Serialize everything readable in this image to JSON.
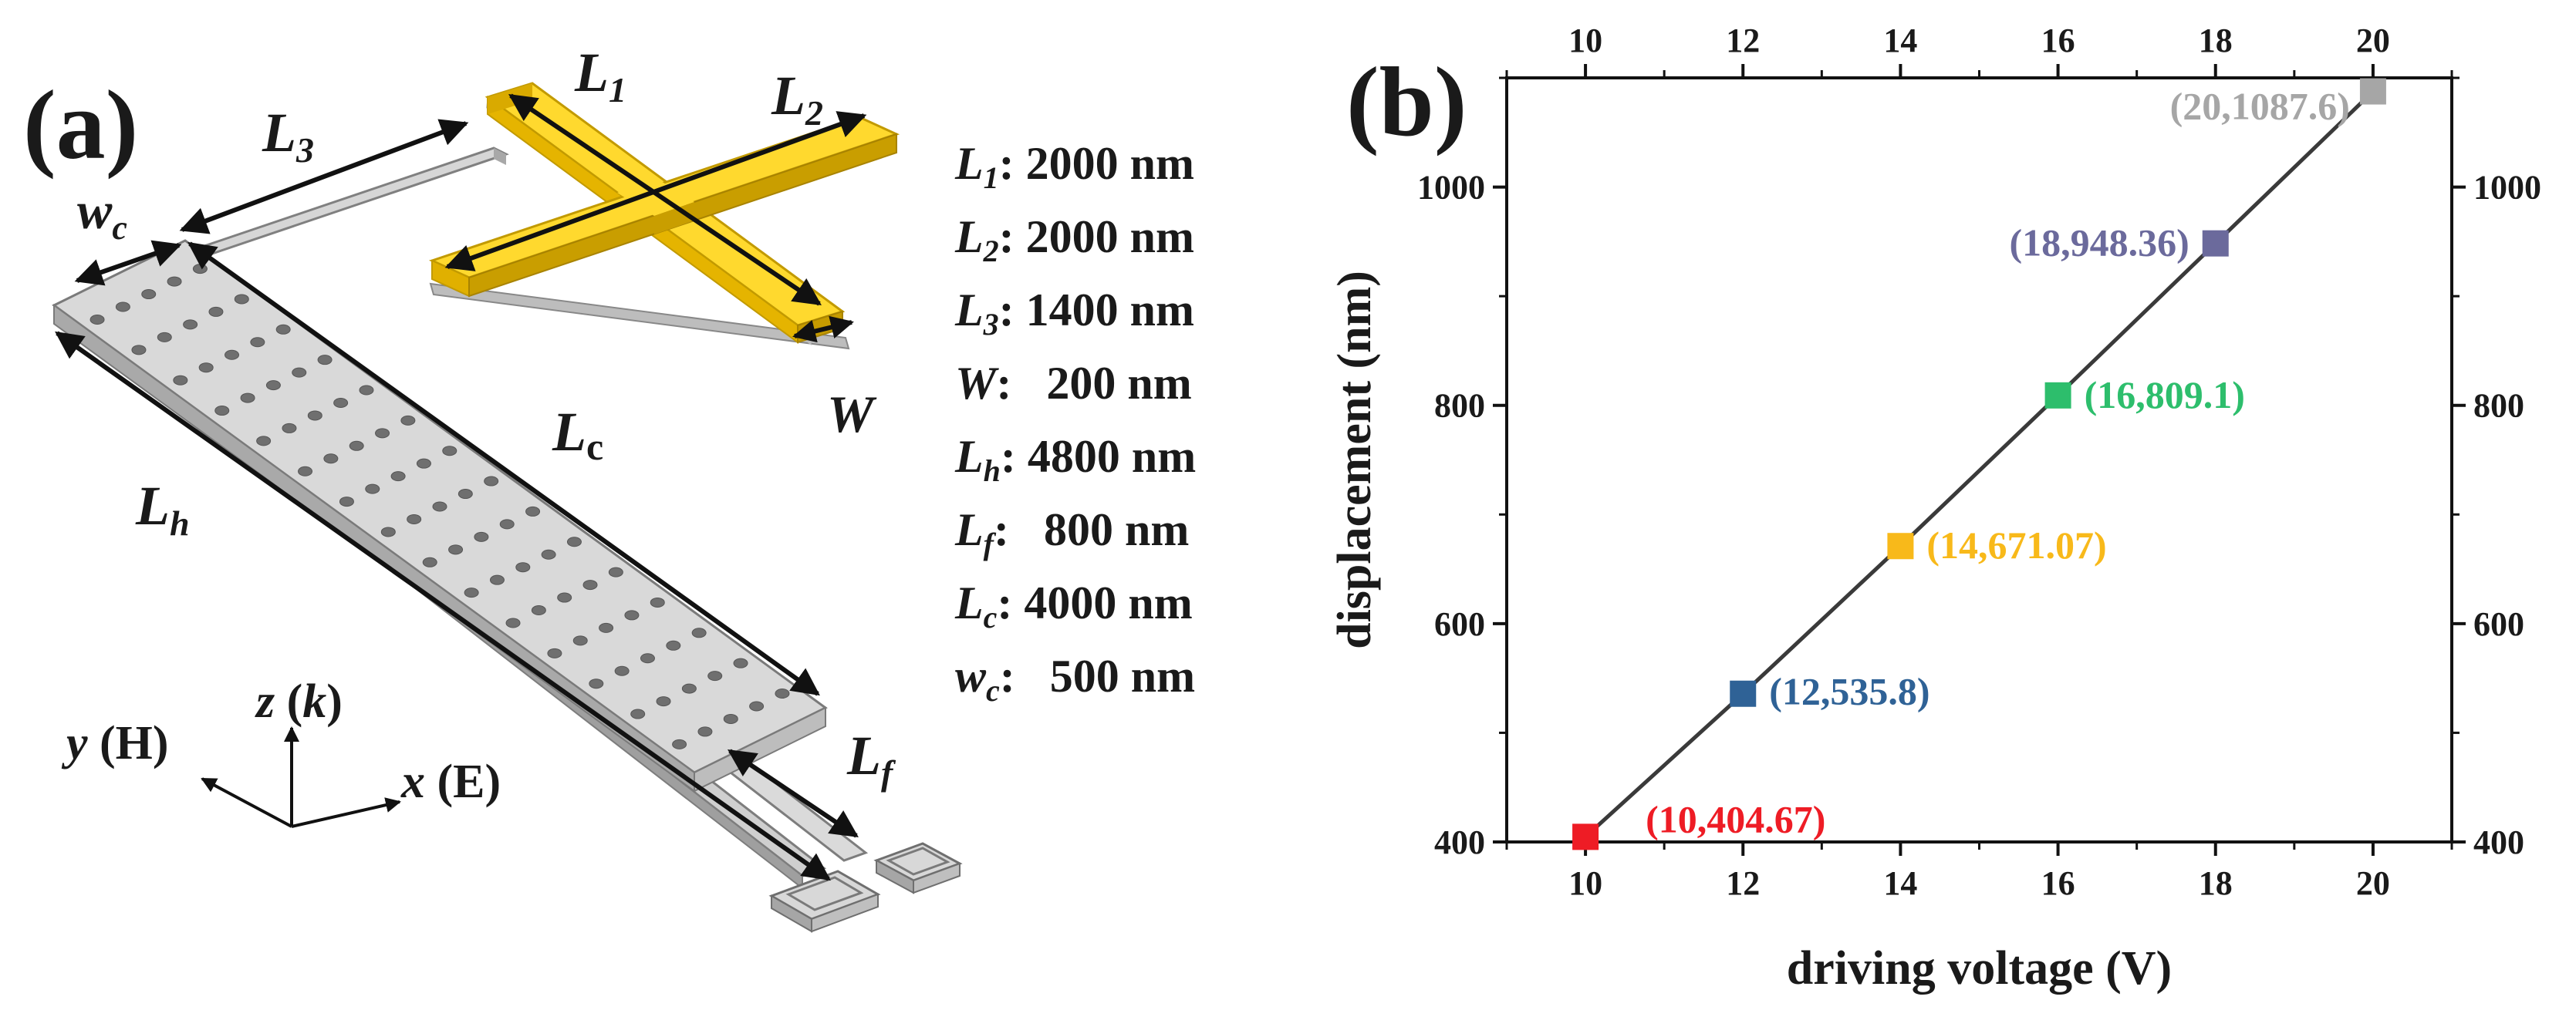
{
  "colors": {
    "gold": "#F2C318",
    "gold_dark": "#B38F00",
    "gray_metal": "#D0D0D0",
    "gray_dark": "#8A8A8A",
    "line": "#3a3a3a"
  },
  "panel_a": {
    "label": "(a)",
    "dim_labels": {
      "L1": {
        "base": "L",
        "sub": "1"
      },
      "L2": {
        "base": "L",
        "sub": "2"
      },
      "L3": {
        "base": "L",
        "sub": "3"
      },
      "wc": {
        "base": "w",
        "sub": "c"
      },
      "W": {
        "base": "W",
        "sub": ""
      },
      "Lc": {
        "base": "L",
        "sub": "c"
      },
      "Lh": {
        "base": "L",
        "sub": "h"
      },
      "Lf": {
        "base": "L",
        "sub": "f"
      }
    },
    "axes": {
      "z": {
        "var": "z",
        "open": " (",
        "inner": "k",
        "close": ")"
      },
      "y": {
        "var": "y",
        "rest": " (H)"
      },
      "x": {
        "var": "x",
        "rest": " (E)"
      }
    },
    "params": [
      {
        "base": "L",
        "sub": "1",
        "value": ": 2000 nm"
      },
      {
        "base": "L",
        "sub": "2",
        "value": ": 2000 nm"
      },
      {
        "base": "L",
        "sub": "3",
        "value": ": 1400 nm"
      },
      {
        "base": "W",
        "sub": "",
        "value": ":   200 nm"
      },
      {
        "base": "L",
        "sub": "h",
        "value": ": 4800 nm"
      },
      {
        "base": "L",
        "sub": "f",
        "value": ":   800 nm"
      },
      {
        "base": "L",
        "sub": "c",
        "value": ": 4000 nm"
      },
      {
        "base": "w",
        "sub": "c",
        "value": ":   500 nm"
      }
    ]
  },
  "chart_data": {
    "type": "line",
    "panel_label": "(b)",
    "xlabel": "driving voltage (V)",
    "ylabel": "displacement (nm)",
    "xlim": [
      9,
      21
    ],
    "ylim": [
      400,
      1100
    ],
    "xticks": [
      10,
      12,
      14,
      16,
      18,
      20
    ],
    "yticks": [
      400,
      600,
      800,
      1000
    ],
    "x_tick_labels": [
      "10",
      "12",
      "14",
      "16",
      "18",
      "20"
    ],
    "y_tick_labels": [
      "400",
      "600",
      "800",
      "1000"
    ],
    "grid": false,
    "series": [
      {
        "x": [
          10,
          12,
          14,
          16,
          18,
          20
        ],
        "y": [
          404.67,
          535.8,
          671.07,
          809.1,
          948.36,
          1087.6
        ]
      }
    ],
    "points": [
      {
        "x": 10,
        "y": 404.67,
        "label": "(10,404.67)",
        "color": "#EE1C25"
      },
      {
        "x": 12,
        "y": 535.8,
        "label": "(12,535.8)",
        "color": "#2F6296"
      },
      {
        "x": 14,
        "y": 671.07,
        "label": "(14,671.07)",
        "color": "#F8B91A"
      },
      {
        "x": 16,
        "y": 809.1,
        "label": "(16,809.1)",
        "color": "#2DBE6C"
      },
      {
        "x": 18,
        "y": 948.36,
        "label": "(18,948.36)",
        "color": "#6B6A9C"
      },
      {
        "x": 20,
        "y": 1087.6,
        "label": "(20,1087.6)",
        "color": "#A6A6A6"
      }
    ]
  }
}
